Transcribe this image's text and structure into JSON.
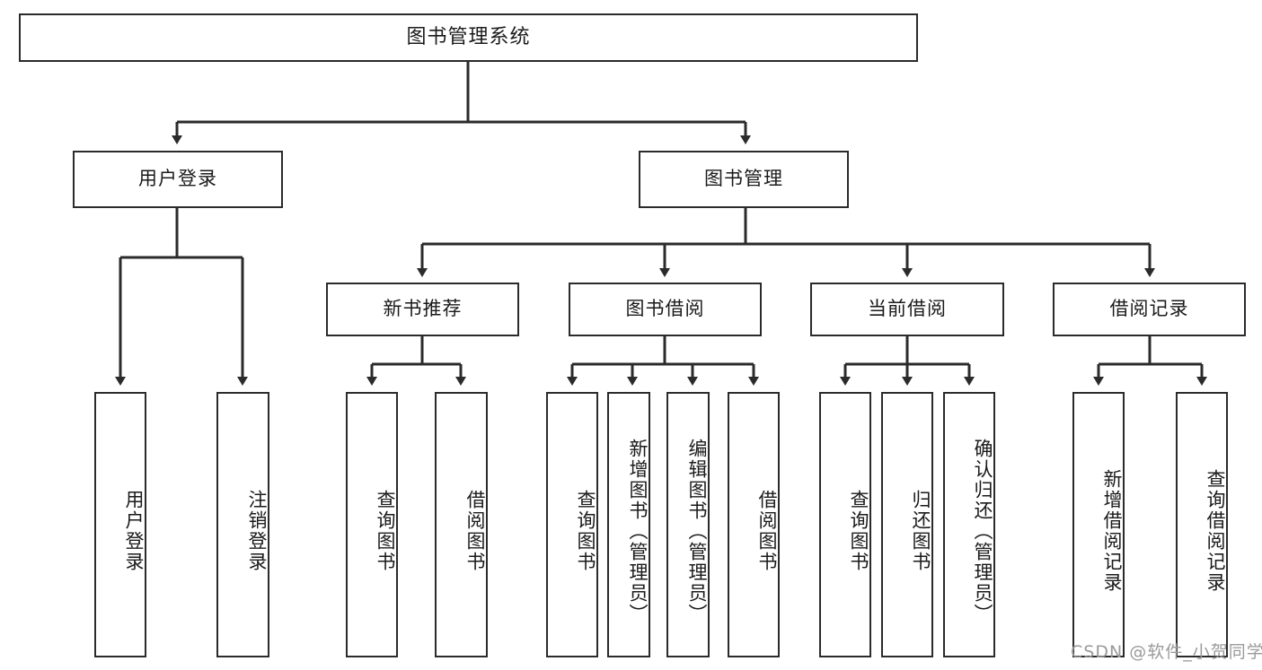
{
  "diagram": {
    "type": "tree-hierarchy",
    "title": "图书管理系统",
    "levels": {
      "root": {
        "label": "图书管理系统"
      },
      "level2": [
        {
          "id": "user-login",
          "label": "用户登录"
        },
        {
          "id": "book-management",
          "label": "图书管理"
        }
      ],
      "level3": [
        {
          "id": "new-book-recommend",
          "label": "新书推荐",
          "parent": "book-management"
        },
        {
          "id": "book-borrow",
          "label": "图书借阅",
          "parent": "book-management"
        },
        {
          "id": "current-borrow",
          "label": "当前借阅",
          "parent": "book-management"
        },
        {
          "id": "borrow-record",
          "label": "借阅记录",
          "parent": "book-management"
        }
      ],
      "leaves": [
        {
          "id": "leaf-user-login",
          "label": "用户登录",
          "parent": "user-login"
        },
        {
          "id": "leaf-logout",
          "label": "注销登录",
          "parent": "user-login"
        },
        {
          "id": "leaf-query-book-1",
          "label": "查询图书",
          "parent": "new-book-recommend"
        },
        {
          "id": "leaf-borrow-book-1",
          "label": "借阅图书",
          "parent": "new-book-recommend"
        },
        {
          "id": "leaf-query-book-2",
          "label": "查询图书",
          "parent": "book-borrow"
        },
        {
          "id": "leaf-add-book",
          "label": "新增图书（管理员）",
          "parent": "book-borrow"
        },
        {
          "id": "leaf-edit-book",
          "label": "编辑图书（管理员）",
          "parent": "book-borrow"
        },
        {
          "id": "leaf-borrow-book-2",
          "label": "借阅图书",
          "parent": "book-borrow"
        },
        {
          "id": "leaf-query-book-3",
          "label": "查询图书",
          "parent": "current-borrow"
        },
        {
          "id": "leaf-return-book",
          "label": "归还图书",
          "parent": "current-borrow"
        },
        {
          "id": "leaf-confirm-return",
          "label": "确认归还（管理员）",
          "parent": "current-borrow"
        },
        {
          "id": "leaf-add-record",
          "label": "新增借阅记录",
          "parent": "borrow-record"
        },
        {
          "id": "leaf-query-record",
          "label": "查询借阅记录",
          "parent": "borrow-record"
        }
      ]
    },
    "colors": {
      "stroke": "#2b2b2b",
      "fill": "#ffffff",
      "text": "#1a1a1a",
      "watermark": "#9a9a9a"
    }
  },
  "watermark": {
    "text": "CSDN @软件_小贺同学"
  }
}
